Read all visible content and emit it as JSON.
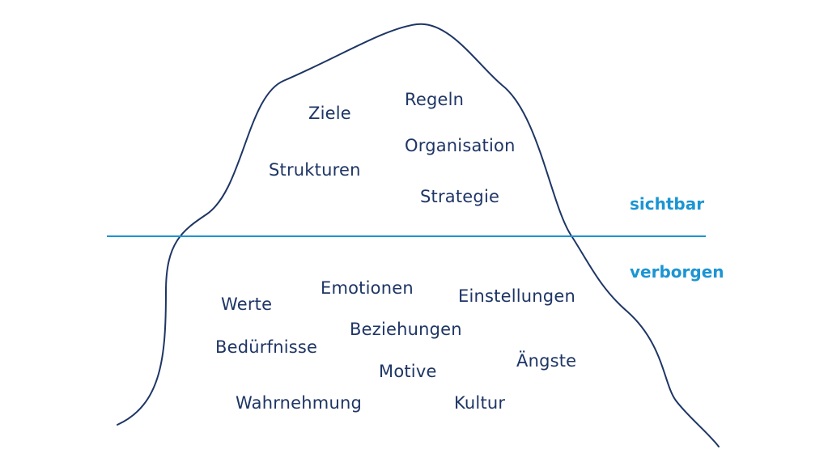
{
  "colors": {
    "outline": "#1e3565",
    "waterline": "#1b95d3",
    "text": "#1e3565",
    "zone_text": "#1b95d3"
  },
  "zones": {
    "above": "sichtbar",
    "below": "verborgen"
  },
  "visible_items": {
    "ziele": "Ziele",
    "regeln": "Regeln",
    "organisation": "Organisation",
    "strukturen": "Strukturen",
    "strategie": "Strategie"
  },
  "hidden_items": {
    "werte": "Werte",
    "emotionen": "Emotionen",
    "einstellungen": "Einstellungen",
    "beduerfnisse": "Bedürfnisse",
    "beziehungen": "Beziehungen",
    "aengste": "Ängste",
    "motive": "Motive",
    "wahrnehmung": "Wahrnehmung",
    "kultur": "Kultur"
  }
}
